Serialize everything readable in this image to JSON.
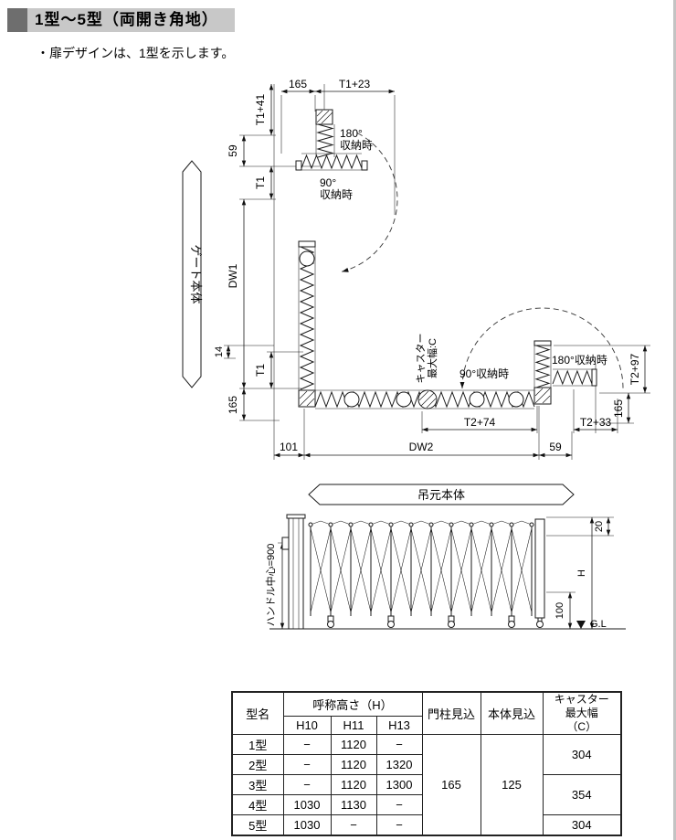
{
  "page": {
    "title": "1型〜5型（両開き角地）",
    "note": "・扉デザインは、1型を示します。"
  },
  "colors": {
    "title_bar_bg": "#c8c8c8",
    "title_accent_block": "#6e6e6e",
    "drawing_line": "#1a1a1a"
  },
  "diagram": {
    "plan": {
      "dim_165_top": "165",
      "dim_t1_plus23": "T1+23",
      "dim_t1_plus41": "T1+41",
      "dim_59": "59",
      "dim_t1_upper": "T1",
      "stored_180_upper_line1": "180°",
      "stored_180_upper_line2": "収納時",
      "stored_90_upper_line1": "90°",
      "stored_90_upper_line2": "収納時",
      "gate_body_label": "ゲート本体",
      "dim_dw1": "DW1",
      "dim_14": "14",
      "dim_t1_lower": "T1",
      "dim_165_left": "165",
      "caster_label_line1": "キャスター",
      "caster_label_line2": "最大幅:C",
      "stored_90_right": "90°収納時",
      "stored_180_right": "180°収納時",
      "dim_t2_plus97": "T2+97",
      "dim_165_right": "165",
      "dim_t2_plus74": "T2+74",
      "dim_t2_plus33": "T2+33",
      "dim_101": "101",
      "dim_dw2": "DW2",
      "dim_59_bottom": "59",
      "hinge_body_label": "吊元本体"
    },
    "elevation": {
      "handle_center": "ハンドル中心=900",
      "dim_20": "20",
      "dim_h": "H",
      "dim_100": "100",
      "ground_level": "G.L"
    }
  },
  "table": {
    "header": {
      "model": "型名",
      "height_group": "呼称高さ（H）",
      "h10": "H10",
      "h11": "H11",
      "h13": "H13",
      "post_depth": "門柱見込",
      "body_depth": "本体見込",
      "caster_line1": "キャスター",
      "caster_line2": "最大幅",
      "caster_line3": "（C）"
    },
    "rows": [
      {
        "model": "1型",
        "h10": "−",
        "h11": "1120",
        "h13": "−"
      },
      {
        "model": "2型",
        "h10": "−",
        "h11": "1120",
        "h13": "1320"
      },
      {
        "model": "3型",
        "h10": "−",
        "h11": "1120",
        "h13": "1300"
      },
      {
        "model": "4型",
        "h10": "1030",
        "h11": "1130",
        "h13": "−"
      },
      {
        "model": "5型",
        "h10": "1030",
        "h11": "−",
        "h13": "−"
      }
    ],
    "merged": {
      "post_depth": "165",
      "body_depth": "125",
      "caster_rows_1_2": "304",
      "caster_rows_3_4": "354",
      "caster_row_5": "304"
    }
  }
}
